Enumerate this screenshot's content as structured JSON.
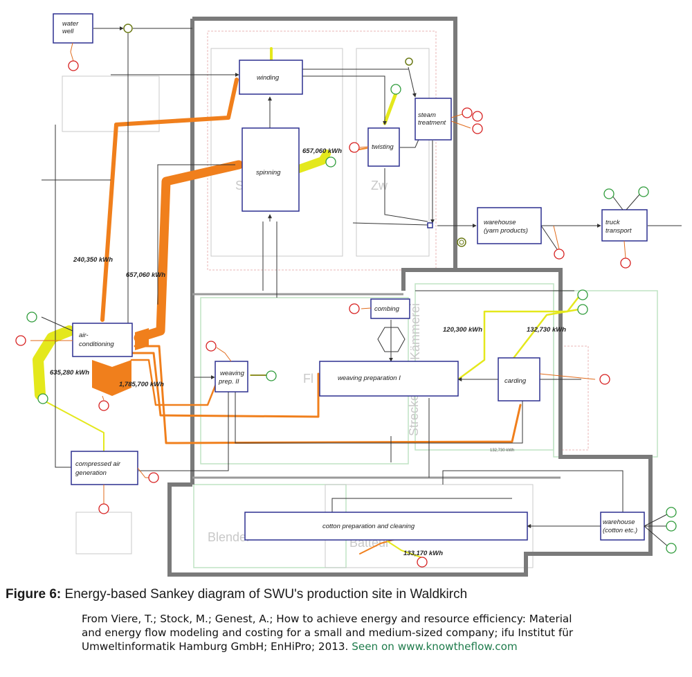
{
  "caption": {
    "figure_label": "Figure 6:",
    "figure_title": "Energy-based Sankey diagram of SWU's production site in Waldkirch",
    "source_line1": "From Viere, T.; Stock, M.; Genest, A.; How to achieve energy and resource efficiency: Material",
    "source_line2": "and energy flow modeling and costing for a small and medium-sized company; ifu Institut für",
    "source_line3": "Umweltinformatik Hamburg GmbH; EnHiPro; 2013.",
    "seen_on": "Seen on www.knowtheflow.com"
  },
  "colors": {
    "heat_flow": "#f07f1c",
    "electricity_flow": "#e4e81c",
    "process_border": "#2b2f8f",
    "input_place": "#2e9b3a",
    "output_place": "#d61f1f",
    "caption_link": "#1e7b4b"
  },
  "processes": {
    "water_well": [
      "water",
      "well"
    ],
    "winding": "winding",
    "steam_treatment": [
      "steam",
      "treatment"
    ],
    "twisting": "twisting",
    "spinning": "spinning",
    "warehouse_yarn": [
      "warehouse",
      "(yarn products)"
    ],
    "truck_transport": [
      "truck",
      "transport"
    ],
    "air_conditioning": [
      "air-",
      "conditioning"
    ],
    "combing": "combing",
    "weaving_prep_2": [
      "weaving",
      "prep. II"
    ],
    "weaving_prep_1": "weaving preparation I",
    "carding": "carding",
    "compressed_air": [
      "compressed air",
      "generation"
    ],
    "cotton_prep": "cotton preparation and cleaning",
    "warehouse_cotton": [
      "warehouse",
      "(cotton etc.)"
    ]
  },
  "flow_labels": {
    "spinning_elec": "657,060 kWh",
    "ac_heat_up": "240,350 kWh",
    "ac_heat_spin": "657,060 kWh",
    "ac_elec": "635,280 kWh",
    "ac_heat_total": "1,785,700 kWh",
    "weaving_elec": "120,300 kWh",
    "carding_elec": "132,730 kWh",
    "cotton_elec": "133,170 kWh",
    "small_carding": "132,730 kWh"
  },
  "background_text": {
    "spinnerei_fragment": "Sp      ei",
    "zwirnerei_fragment": "Zw",
    "flyer_fragment": "Fl",
    "strecke_fragment": "Strecke",
    "kaemmerei_fragment": "Kämmerei",
    "blender_fragment": "Blender",
    "batteur_fragment": "Batteur"
  }
}
